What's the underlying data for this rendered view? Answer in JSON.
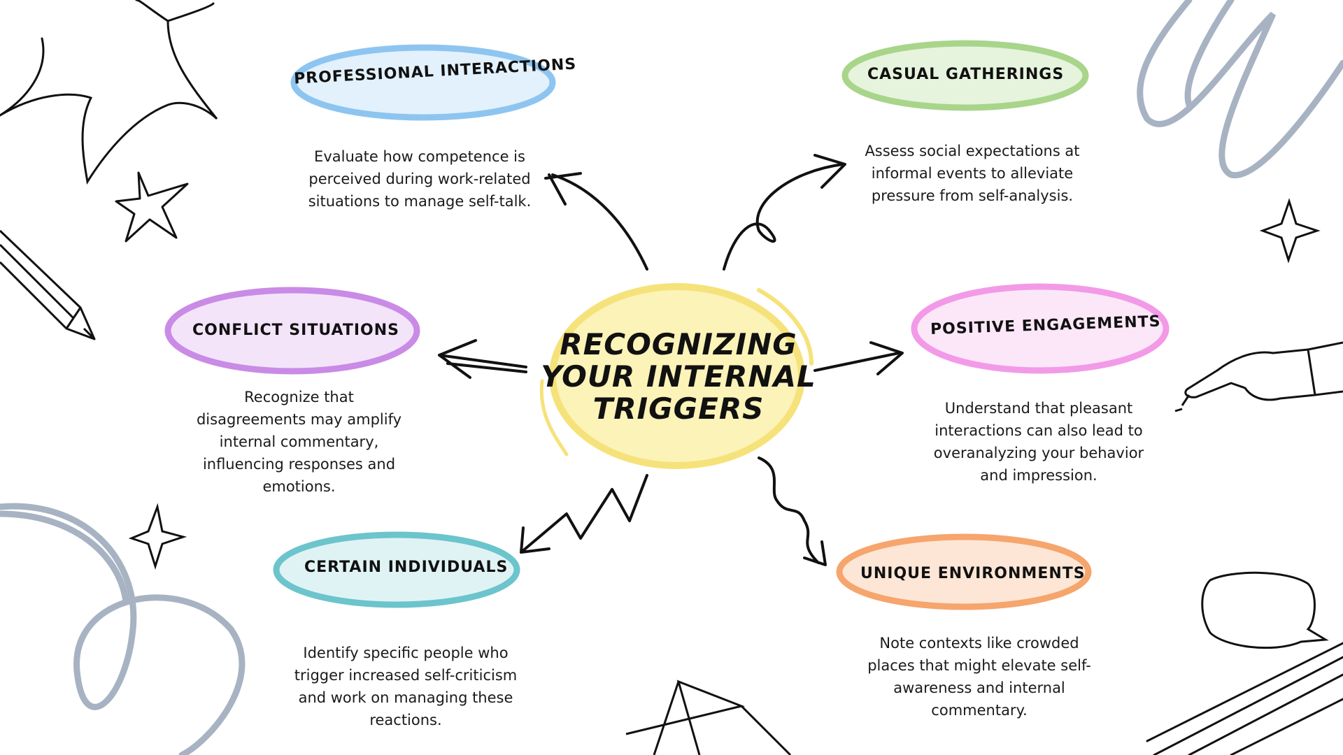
{
  "title": "RECOGNIZING YOUR INTERNAL TRIGGERS",
  "colors": {
    "center": "#f6e27a",
    "professional": "#8ec5f0",
    "casual": "#a8d58a",
    "conflict": "#c98be6",
    "positive": "#f29ae8",
    "individuals": "#6cc4cc",
    "environments": "#f6a56d",
    "doodle_gray": "#a7b3c2",
    "ink": "#111111"
  },
  "nodes": {
    "professional": {
      "label": "PROFESSIONAL INTERACTIONS",
      "description": "Evaluate how competence is perceived during work-related situations to manage self-talk."
    },
    "casual": {
      "label": "CASUAL GATHERINGS",
      "description": "Assess social expectations at informal events to alleviate pressure from self-analysis."
    },
    "conflict": {
      "label": "CONFLICT SITUATIONS",
      "description": "Recognize that disagreements may amplify internal commentary, influencing responses and emotions."
    },
    "positive": {
      "label": "POSITIVE ENGAGEMENTS",
      "description": "Understand that pleasant interactions can also lead to overanalyzing your behavior and impression."
    },
    "individuals": {
      "label": "CERTAIN INDIVIDUALS",
      "description": "Identify specific people who trigger increased self-criticism and work on managing these reactions."
    },
    "environments": {
      "label": "UNIQUE ENVIRONMENTS",
      "description": "Note contexts like crowded places that might elevate self-awareness and internal commentary."
    }
  }
}
